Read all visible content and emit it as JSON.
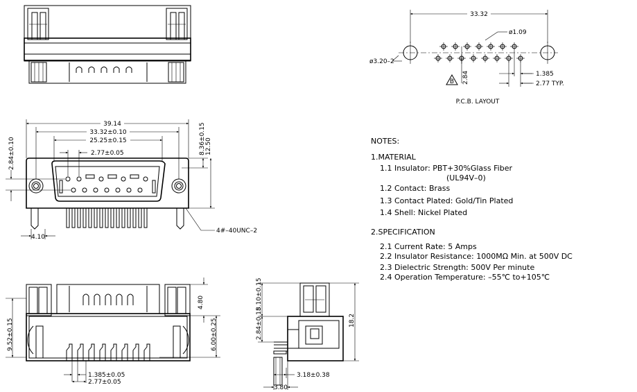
{
  "pcb_layout": {
    "title": "P.C.B. LAYOUT",
    "dim_overall": "33.32",
    "dim_pin_hole": "ø1.09",
    "dim_mount_hole": "ø3.20–2",
    "dim_row_spacing": "2.84",
    "dim_half_pitch": "1.385",
    "dim_pitch": "2.77 TYP.",
    "marker": "B"
  },
  "front_view": {
    "dim_width_overall": "39.14",
    "dim_mount_spacing": "33.32±0.10",
    "dim_shell_width": "25.25±0.15",
    "dim_pitch": "2.77±0.05",
    "dim_row_spacing": "2.84±0.10",
    "dim_height_1": "8.36±0.15",
    "dim_height_2": "12.50",
    "dim_screw_offset": "4.10",
    "callout_thread": "4#–40UNC–2"
  },
  "bottom_view": {
    "dim_height_left": "9.52±0.15",
    "dim_top": "4.80",
    "dim_height_right": "6.00±0.25",
    "dim_half_pitch": "1.385±0.05",
    "dim_pitch": "2.77±0.05"
  },
  "side_view": {
    "dim_top": "8.10±0.15",
    "dim_pin_row": "2.84±0.15",
    "dim_total_height": "18.2",
    "dim_tail": "3.18±0.38",
    "dim_offset": "3.80"
  },
  "notes": {
    "heading": "NOTES:",
    "section1_title": "1.MATERIAL",
    "item_1_1": "1.1  Insulator:  PBT+30%Glass  Fiber",
    "item_1_1_cont": "(UL94V–0)",
    "item_1_2": "1.2  Contact:  Brass",
    "item_1_3": "1.3  Contact  Plated:  Gold/Tin  Plated",
    "item_1_4": "1.4  Shell:  Nickel  Plated",
    "section2_title": "2.SPECIFICATION",
    "item_2_1": "2.1  Current  Rate:  5  Amps",
    "item_2_2": "2.2  Insulator  Resistance:  1000MΩ  Min.  at  500V  DC",
    "item_2_3": "2.3  Dielectric  Strength:  500V  Per  minute",
    "item_2_4": "2.4  Operation  Temperature:  –55℃  to+105℃"
  }
}
